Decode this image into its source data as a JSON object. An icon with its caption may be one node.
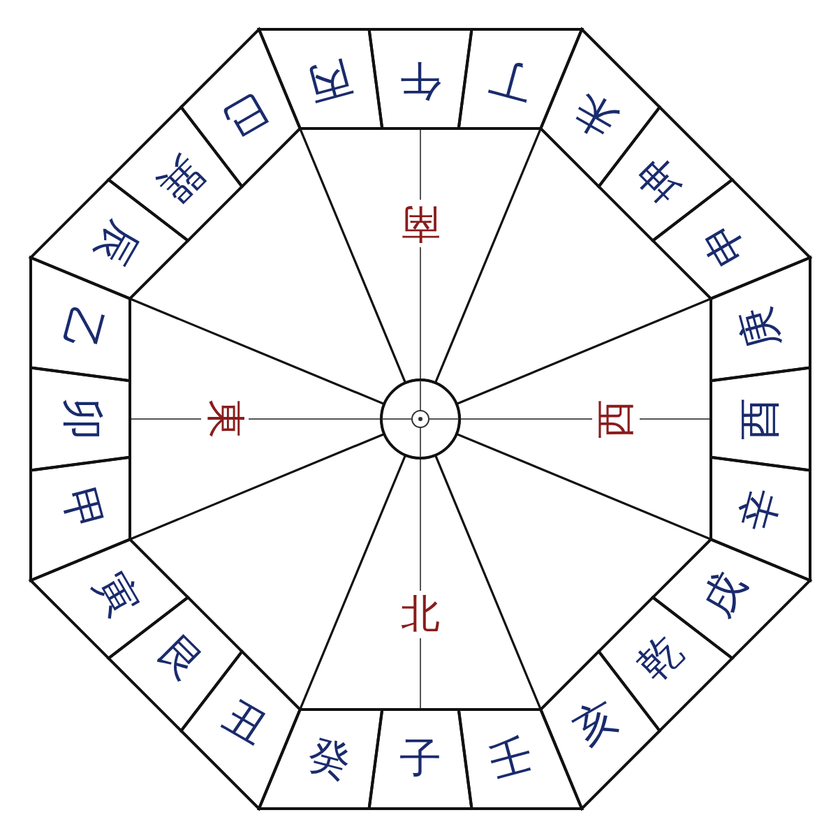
{
  "diagram": {
    "nodes": [
      {
        "text": [
          "丙"
        ]
      },
      {
        "text": [
          "午"
        ]
      },
      {
        "text": [
          "丁"
        ]
      },
      {
        "text": [
          "未"
        ]
      },
      {
        "text": [
          "坤"
        ]
      },
      {
        "text": [
          "申"
        ]
      },
      {
        "text": [
          "庚"
        ]
      },
      {
        "text": [
          "酉"
        ]
      },
      {
        "text": [
          "辛"
        ]
      },
      {
        "text": [
          "戌"
        ]
      },
      {
        "text": [
          "乾"
        ]
      },
      {
        "text": [
          "亥"
        ]
      },
      {
        "text": [
          "壬"
        ]
      },
      {
        "text": [
          "子"
        ]
      },
      {
        "text": [
          "癸"
        ]
      },
      {
        "text": [
          "丑"
        ]
      },
      {
        "text": [
          "艮"
        ]
      },
      {
        "text": [
          "寅"
        ]
      },
      {
        "text": [
          "甲"
        ]
      },
      {
        "text": [
          "卯"
        ]
      },
      {
        "text": [
          "乙"
        ]
      },
      {
        "text": [
          "辰"
        ]
      },
      {
        "text": [
          "巽"
        ]
      },
      {
        "text": [
          "巳"
        ]
      },
      {
        "text": [
          "南"
        ]
      },
      {
        "text": [
          "西"
        ]
      },
      {
        "text": [
          "北"
        ]
      },
      {
        "text": [
          "東"
        ]
      }
    ]
  }
}
